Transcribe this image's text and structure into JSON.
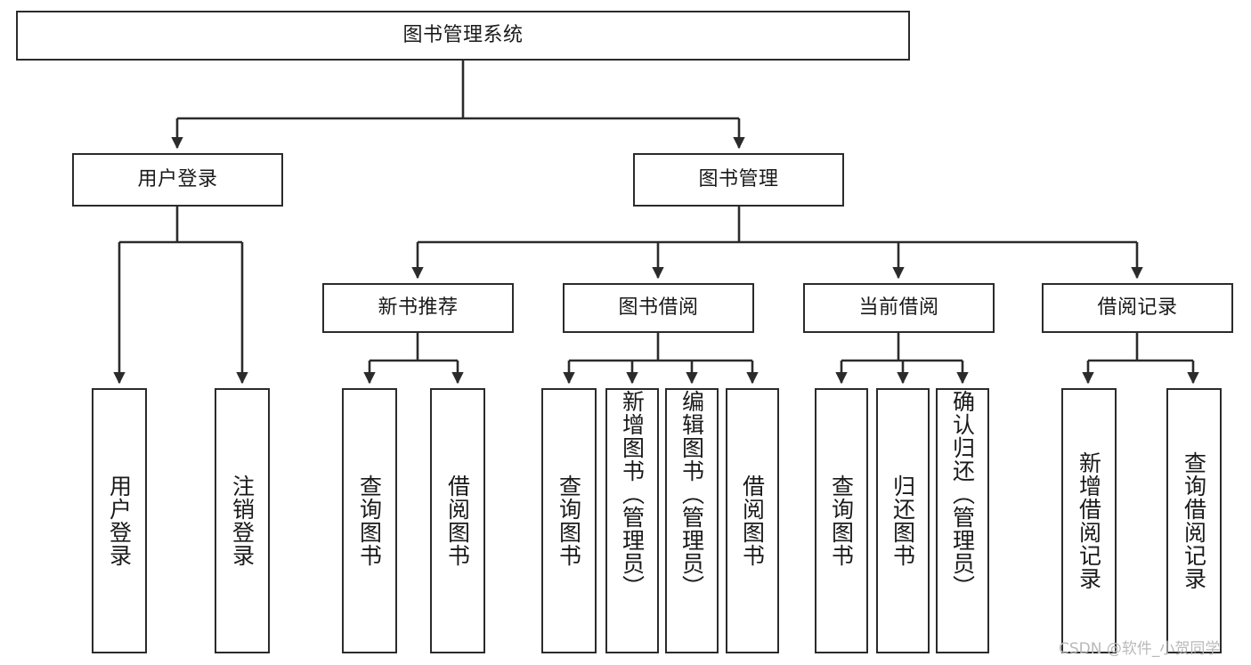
{
  "diagram": {
    "title": "图书管理系统",
    "type": "tree-hierarchy-diagram",
    "root": {
      "label": "图书管理系统"
    },
    "level2": [
      {
        "label": "用户登录"
      },
      {
        "label": "图书管理"
      }
    ],
    "level3": [
      {
        "label": "新书推荐"
      },
      {
        "label": "图书借阅"
      },
      {
        "label": "当前借阅"
      },
      {
        "label": "借阅记录"
      }
    ],
    "leaves": {
      "user_login": [
        {
          "label": "用户登录"
        },
        {
          "label": "注销登录"
        }
      ],
      "new_book_recommend": [
        {
          "label": "查询图书"
        },
        {
          "label": "借阅图书"
        }
      ],
      "book_borrow": [
        {
          "label": "查询图书"
        },
        {
          "label": "新增图书（管理员）"
        },
        {
          "label": "编辑图书（管理员）"
        },
        {
          "label": "借阅图书"
        }
      ],
      "current_borrow": [
        {
          "label": "查询图书"
        },
        {
          "label": "归还图书"
        },
        {
          "label": "确认归还（管理员）"
        }
      ],
      "borrow_record": [
        {
          "label": "新增借阅记录"
        },
        {
          "label": "查询借阅记录"
        }
      ]
    }
  },
  "watermark": {
    "text": "CSDN @软件_小贺同学"
  },
  "colors": {
    "box_border": "#2b2b2b",
    "box_fill": "#ffffff",
    "text": "#1a1a1a",
    "connector": "#2b2b2b",
    "watermark": "#b9b9b9",
    "background": "#ffffff"
  }
}
